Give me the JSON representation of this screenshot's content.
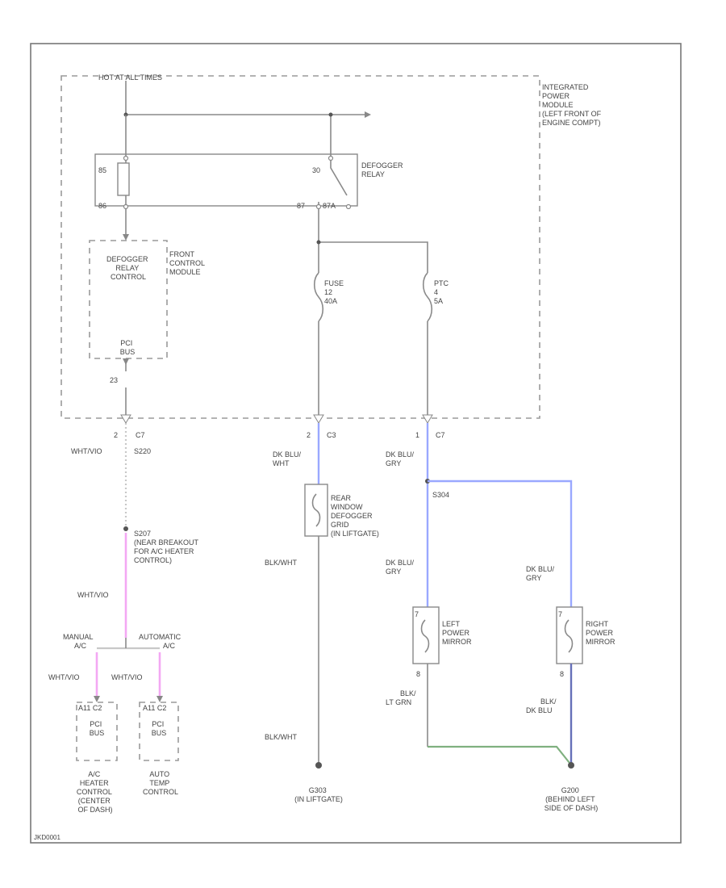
{
  "labels": {
    "hot_fuses": "HOT AT ALL TIMES",
    "ipm": [
      "INTEGRATED",
      "POWER",
      "MODULE",
      "(LEFT FRONT OF",
      "ENGINE COMPT)"
    ],
    "relay_85": "85",
    "relay_86": "86",
    "relay_30": "30",
    "relay_87": "87",
    "relay_87a": "87A",
    "relay_name": [
      "DEFOGGER",
      "RELAY"
    ],
    "relay_ctrl": [
      "DEFOGGER",
      "RELAY",
      "CONTROL"
    ],
    "fcm": [
      "FRONT",
      "CONTROL",
      "MODULE"
    ],
    "pci_bus_top": [
      "PCI",
      "BUS"
    ],
    "pin_23": "23",
    "fuse12": [
      "FUSE",
      "12",
      "40A"
    ],
    "ptc": [
      "PTC",
      "4",
      "5A"
    ],
    "conn_left_pin": "2",
    "conn_left": "C7",
    "conn_mid_pin": "2",
    "conn_mid": "C3",
    "conn_right_pin": "1",
    "conn_right": "C7",
    "wht_vio_1": "WHT/VIO",
    "splice_s220": "S220",
    "wire_dkblu_wht": [
      "DK BLU/",
      "WHT"
    ],
    "wire_dkblu_gry_1": [
      "DK BLU/",
      "GRY"
    ],
    "rear_defogger": [
      "REAR",
      "WINDOW",
      "DEFOGGER",
      "GRID",
      "(IN LIFTGATE)"
    ],
    "splice_s304": "S304",
    "s207": [
      "S207",
      "(NEAR BREAKOUT",
      "FOR A/C HEATER",
      "CONTROL)"
    ],
    "wht_vio_2": "WHT/VIO",
    "blk_wht_1": "BLK/WHT",
    "wire_dkblu_gry_2": [
      "DK BLU/",
      "GRY"
    ],
    "wire_dkblu_gry_3": [
      "DK BLU/",
      "GRY"
    ],
    "manual": [
      "MANUAL",
      "A/C"
    ],
    "automatic": [
      "AUTOMATIC",
      "A/C"
    ],
    "left_mirror": [
      "LEFT",
      "POWER",
      "MIRROR"
    ],
    "right_mirror": [
      "RIGHT",
      "POWER",
      "MIRROR"
    ],
    "mirror_pin_top_left": "7",
    "mirror_pin_top_right": "7",
    "mirror_pin_bot_left": "8",
    "mirror_pin_bot_right": "8",
    "wht_vio_3": "WHT/VIO",
    "wht_vio_4": "WHT/VIO",
    "hvac_conn": "A11 C2",
    "atc_conn": "A11 C2",
    "pci_bus_l": [
      "PCI",
      "BUS"
    ],
    "pci_bus_r": [
      "PCI",
      "BUS"
    ],
    "wire_blk_ltgrn": [
      "BLK/",
      "LT GRN"
    ],
    "wire_blk_dkblu": [
      "BLK/",
      "DK BLU"
    ],
    "blk_wht_2": "BLK/WHT",
    "hvac_ctrl": [
      "A/C",
      "HEATER",
      "CONTROL",
      "(CENTER",
      "OF DASH)"
    ],
    "atc_ctrl": [
      "AUTO",
      "TEMP",
      "CONTROL"
    ],
    "g303": [
      "G303",
      "(IN LIFTGATE)"
    ],
    "g200": [
      "G200",
      "(BEHIND LEFT",
      "SIDE OF DASH)"
    ],
    "diagram_id": "JKD0001"
  },
  "colors": {
    "wire_gray": "#c8c8c8",
    "wire_blue": "#9aa8ff",
    "wire_pink": "#f3a8f3",
    "wire_green": "#7fb07f",
    "line": "#8a8a8a"
  }
}
